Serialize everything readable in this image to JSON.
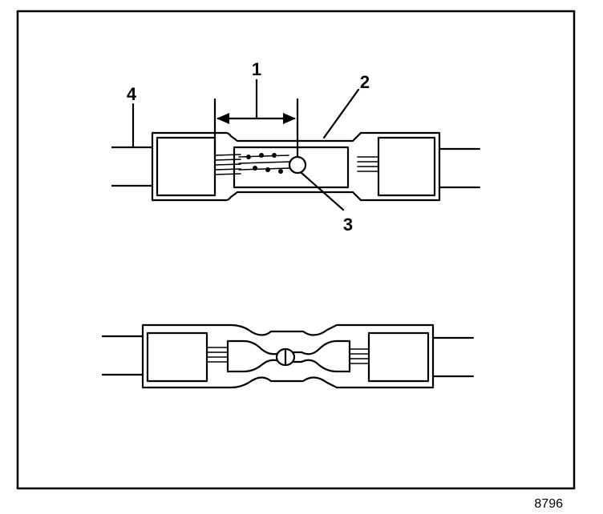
{
  "callouts": {
    "one": "1",
    "two": "2",
    "three": "3",
    "four": "4"
  },
  "figure_number": "8796"
}
